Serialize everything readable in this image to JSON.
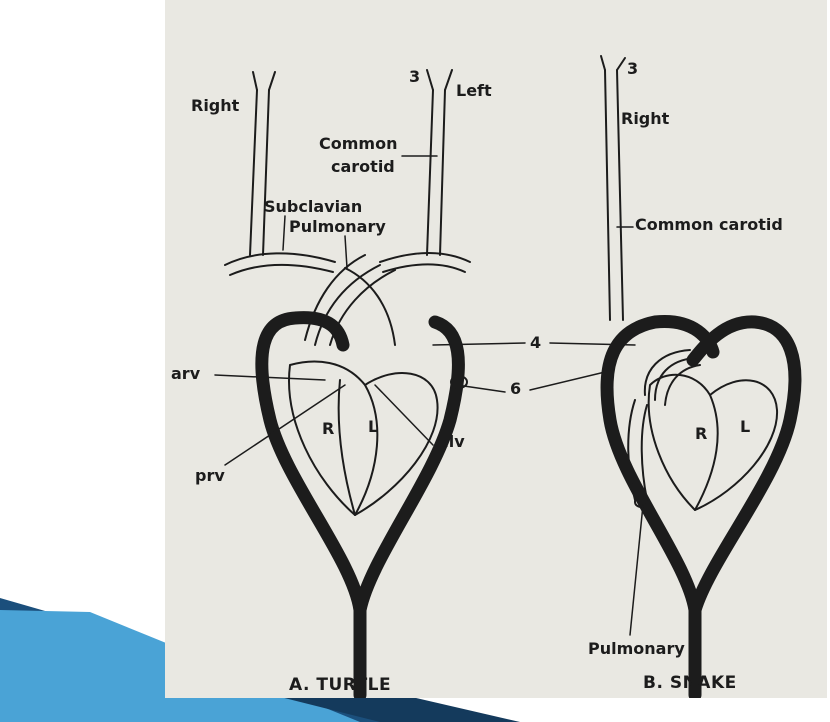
{
  "colors": {
    "slide_accent_dark": "#1b4f7c",
    "slide_accent_light": "#4aa3d6",
    "paper": "#e9e8e2",
    "ink": "#1c1c1c"
  },
  "turtle": {
    "right": "Right",
    "left": "Left",
    "num3": "3",
    "common_carotid_1": "Common",
    "common_carotid_2": "carotid",
    "subclavian": "Subclavian",
    "pulmonary": "Pulmonary",
    "arv": "arv",
    "prv": "prv",
    "alv": "alv",
    "r": "R",
    "l": "L",
    "caption": "A. TURTLE"
  },
  "shared": {
    "num4": "4",
    "num6": "6"
  },
  "snake": {
    "num3": "3",
    "right": "Right",
    "common_carotid": "Common carotid",
    "r": "R",
    "l": "L",
    "pulmonary": "Pulmonary",
    "caption": "B. SNAKE"
  }
}
